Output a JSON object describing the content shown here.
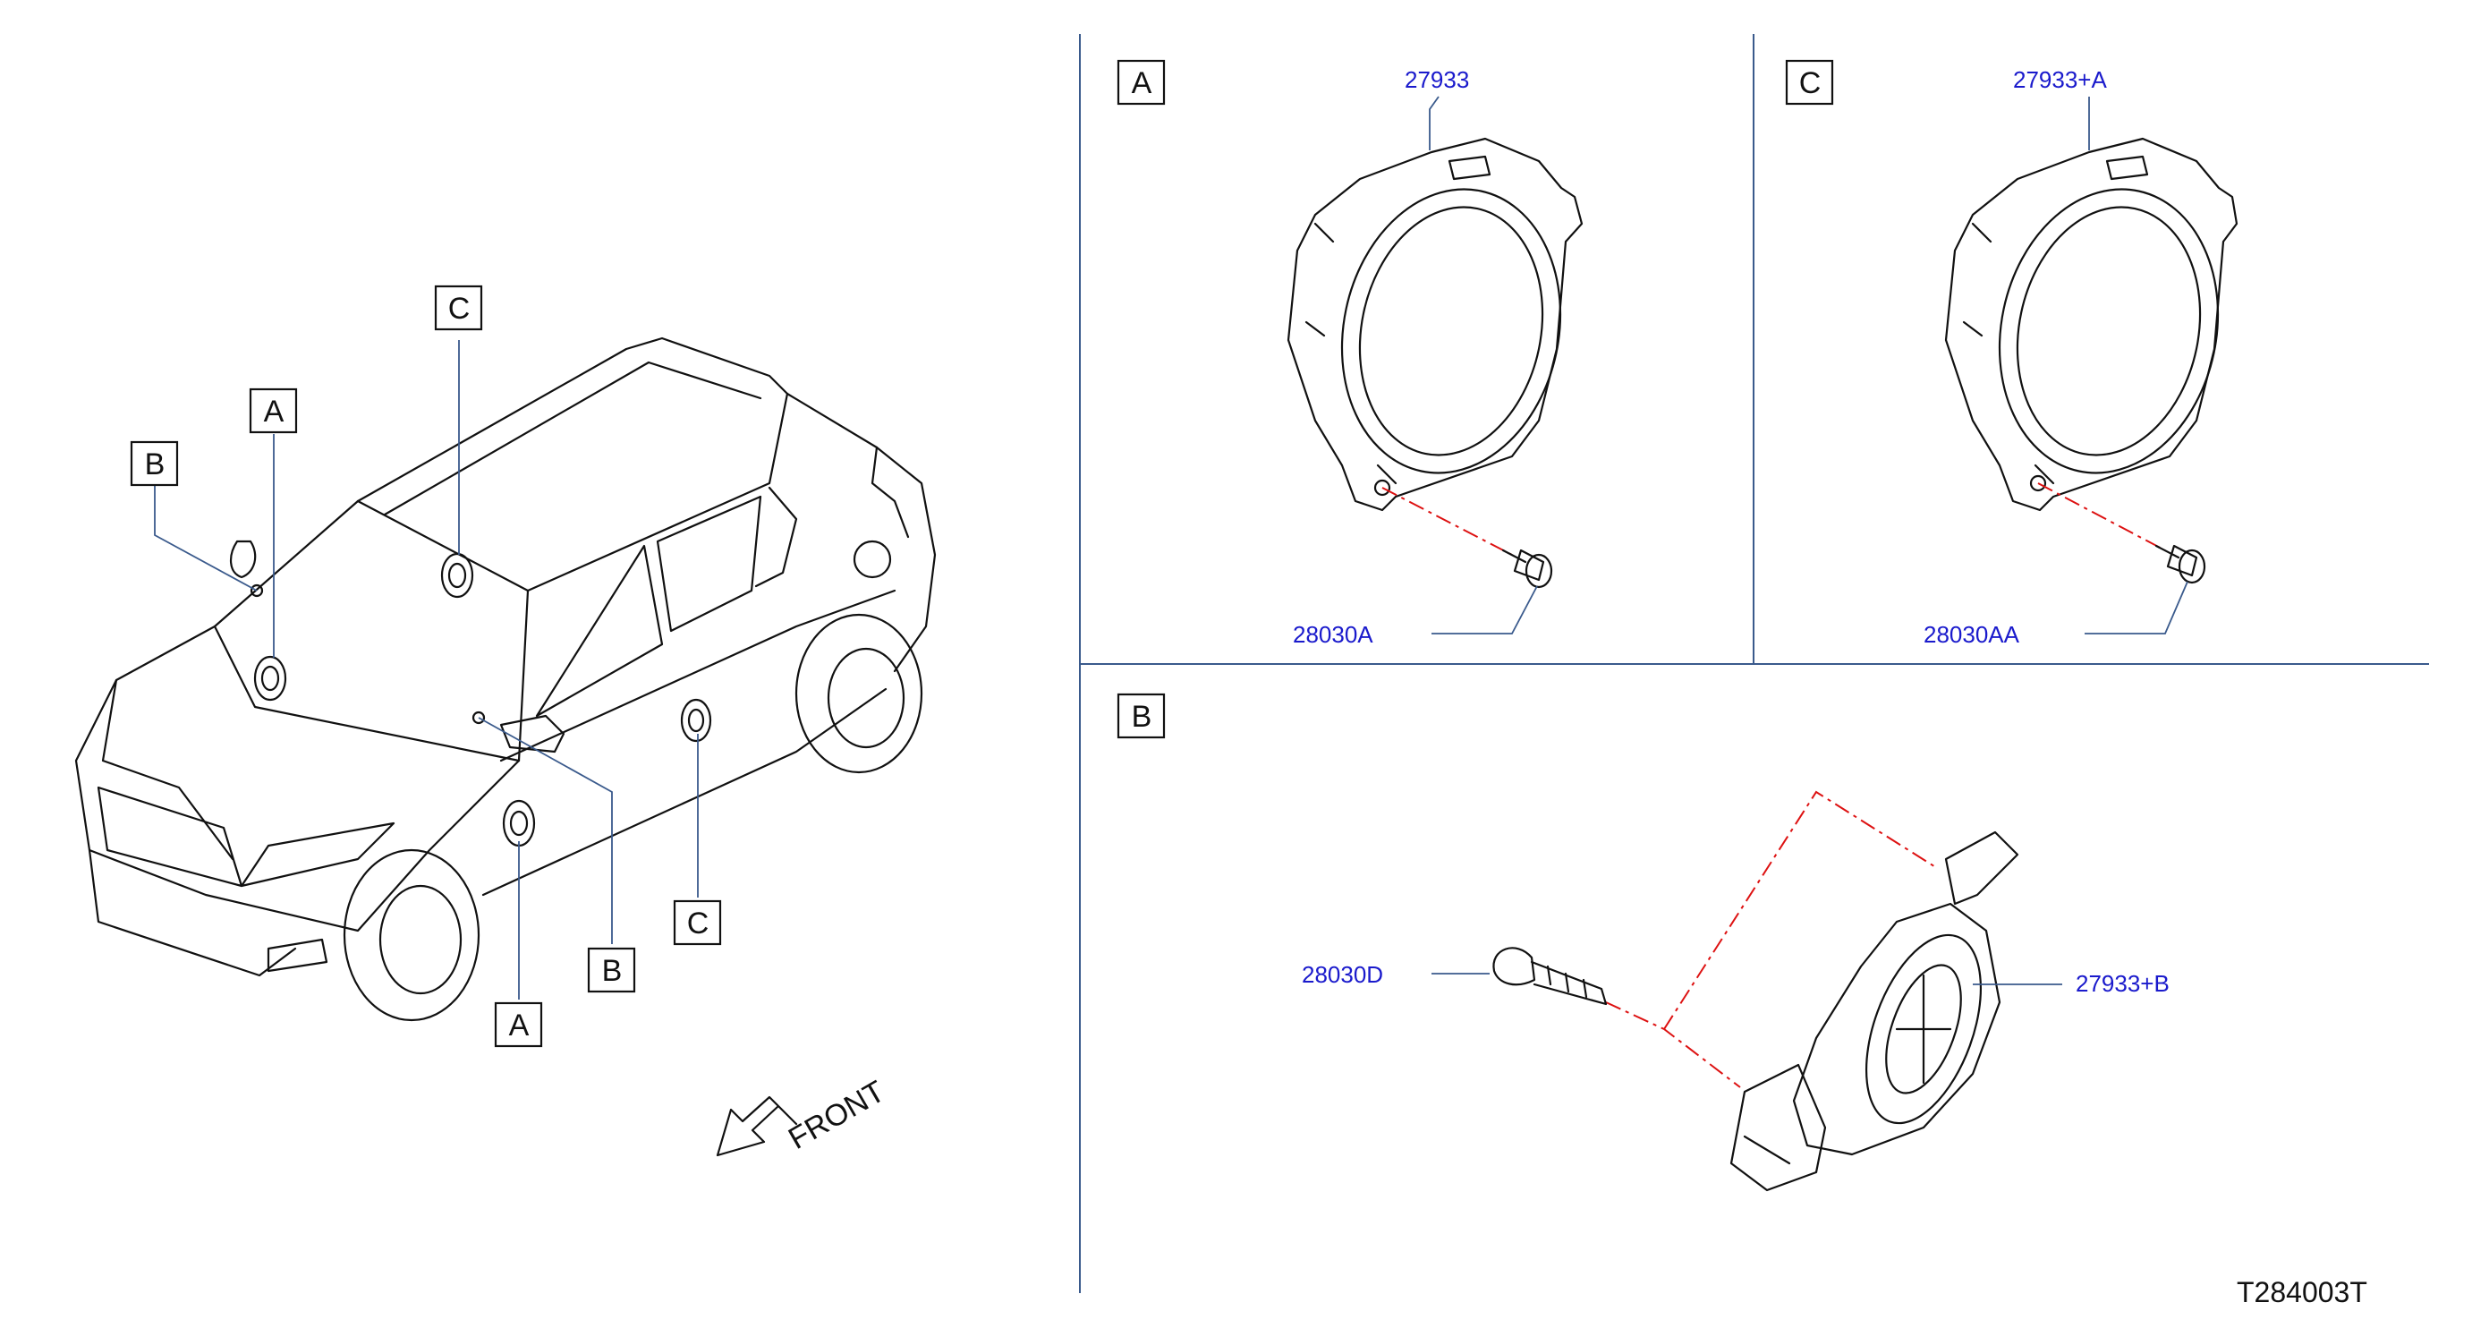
{
  "overview": {
    "callouts": {
      "c_top": "C",
      "a_top": "A",
      "b_top": "B",
      "b_bottom": "B",
      "c_bottom": "C",
      "a_bottom": "A"
    },
    "front_label": "FRONT"
  },
  "panels": {
    "a": {
      "label": "A",
      "speaker_part": "27933",
      "screw_part": "28030A"
    },
    "c": {
      "label": "C",
      "speaker_part": "27933+A",
      "screw_part": "28030AA"
    },
    "b": {
      "label": "B",
      "tweeter_part": "27933+B",
      "screw_part": "28030D"
    }
  },
  "diagram_code": "T284003T",
  "colors": {
    "part_number": "#1a1acc",
    "leader_line": "#3a5a8c",
    "assembly_dash": "#dd1111"
  }
}
